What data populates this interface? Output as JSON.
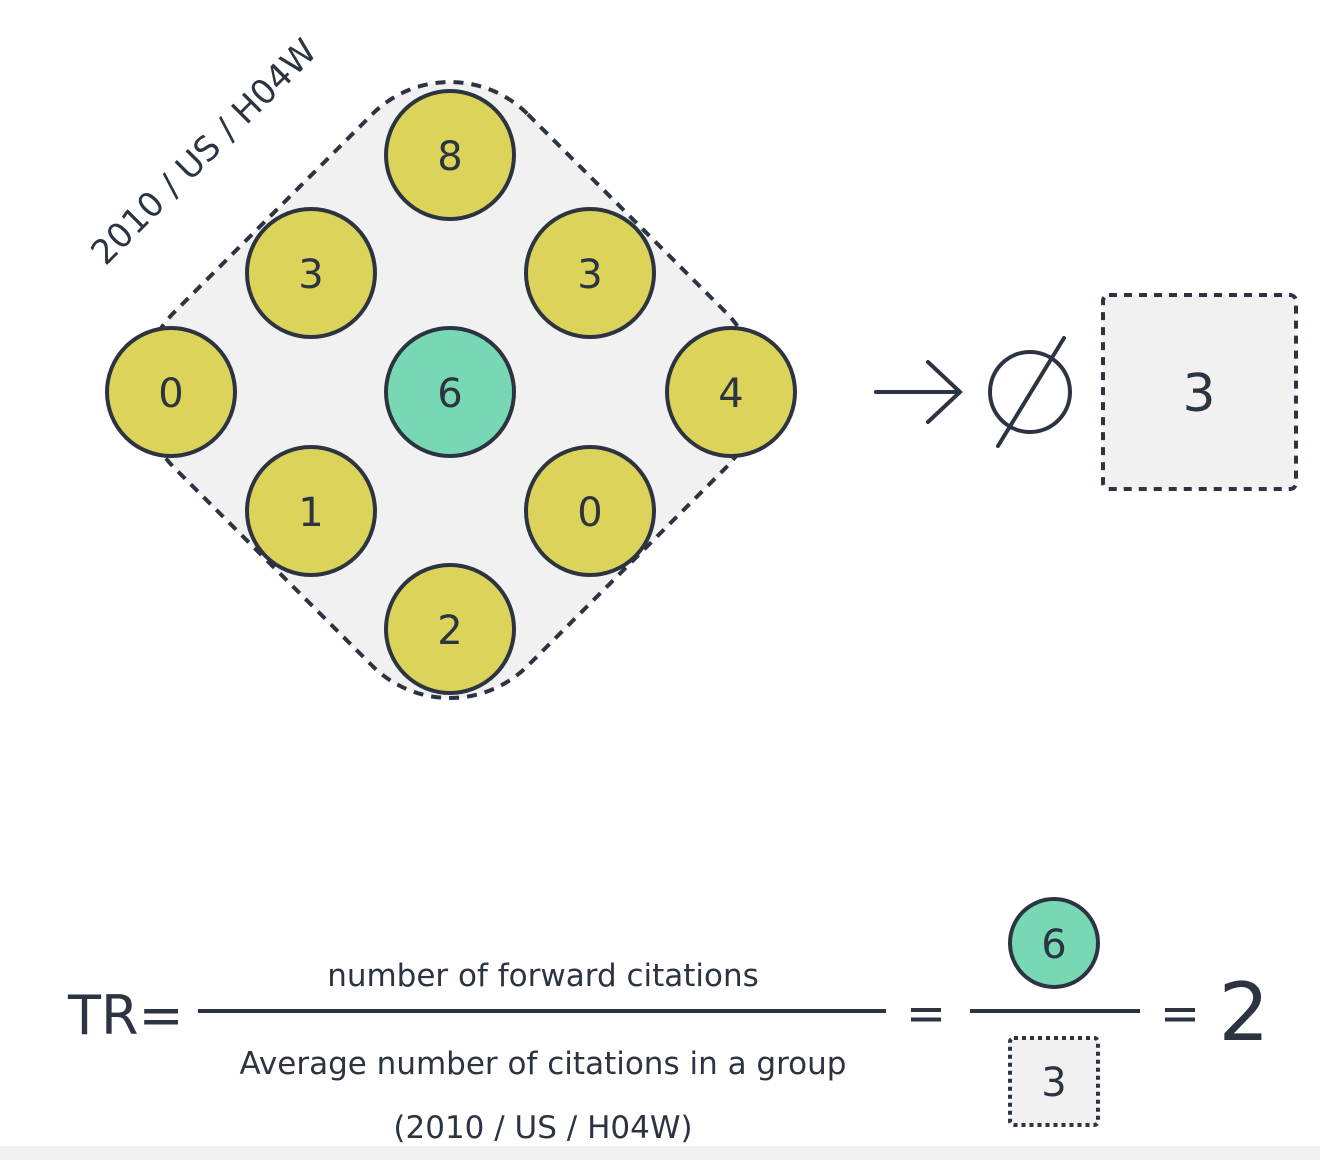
{
  "group": {
    "label": "2010 / US / H04W",
    "nodes": [
      {
        "value": "8",
        "highlighted": false
      },
      {
        "value": "3",
        "highlighted": false
      },
      {
        "value": "3",
        "highlighted": false
      },
      {
        "value": "0",
        "highlighted": false
      },
      {
        "value": "6",
        "highlighted": true
      },
      {
        "value": "4",
        "highlighted": false
      },
      {
        "value": "1",
        "highlighted": false
      },
      {
        "value": "0",
        "highlighted": false
      },
      {
        "value": "2",
        "highlighted": false
      }
    ]
  },
  "average": {
    "symbol": "∅",
    "value": "3"
  },
  "formula": {
    "lhs": "TR=",
    "numerator": "number of forward citations",
    "denominator": "Average number of citations in a group",
    "denominator_group": "(2010 / US / H04W)",
    "equals_1": "=",
    "num_value": "6",
    "den_value": "3",
    "equals_2": "=",
    "result": "2"
  },
  "colors": {
    "node_fill": "#dcd35b",
    "highlight_fill": "#77d8b3",
    "group_fill": "#f1f1f1",
    "stroke": "#2b3440"
  }
}
